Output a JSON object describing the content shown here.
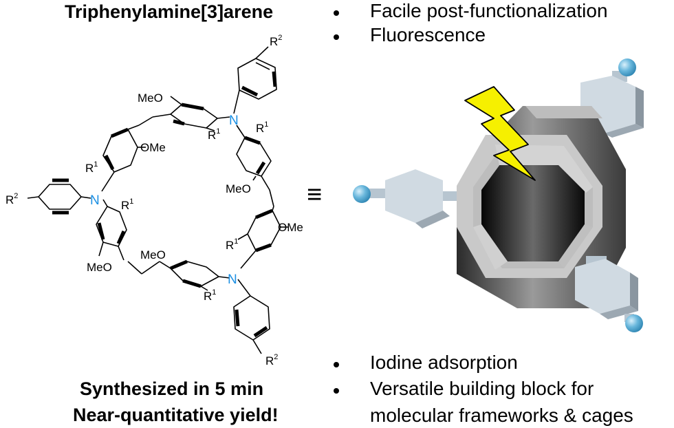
{
  "title": "Triphenylamine[3]arene",
  "bullets_top": [
    "Facile post-functionalization",
    "Fluorescence"
  ],
  "bullets_bottom": [
    "Iodine adsorption",
    "Versatile building block for",
    "molecular frameworks & cages"
  ],
  "footer": [
    "Synthesized in 5 min",
    "Near-quantitative yield!"
  ],
  "equivalence": "≡",
  "molecule": {
    "nitrogen": "N",
    "methoxy": "MeO",
    "methoxy_right": "OMe",
    "r1": "R",
    "r1_sup": "1",
    "r2": "R",
    "r2_sup": "2"
  },
  "colors": {
    "nitrogen": "#1a8fe3",
    "bolt": "#f6f000",
    "sphere": "#69b7dc",
    "hexagon": "#d0dae2"
  }
}
